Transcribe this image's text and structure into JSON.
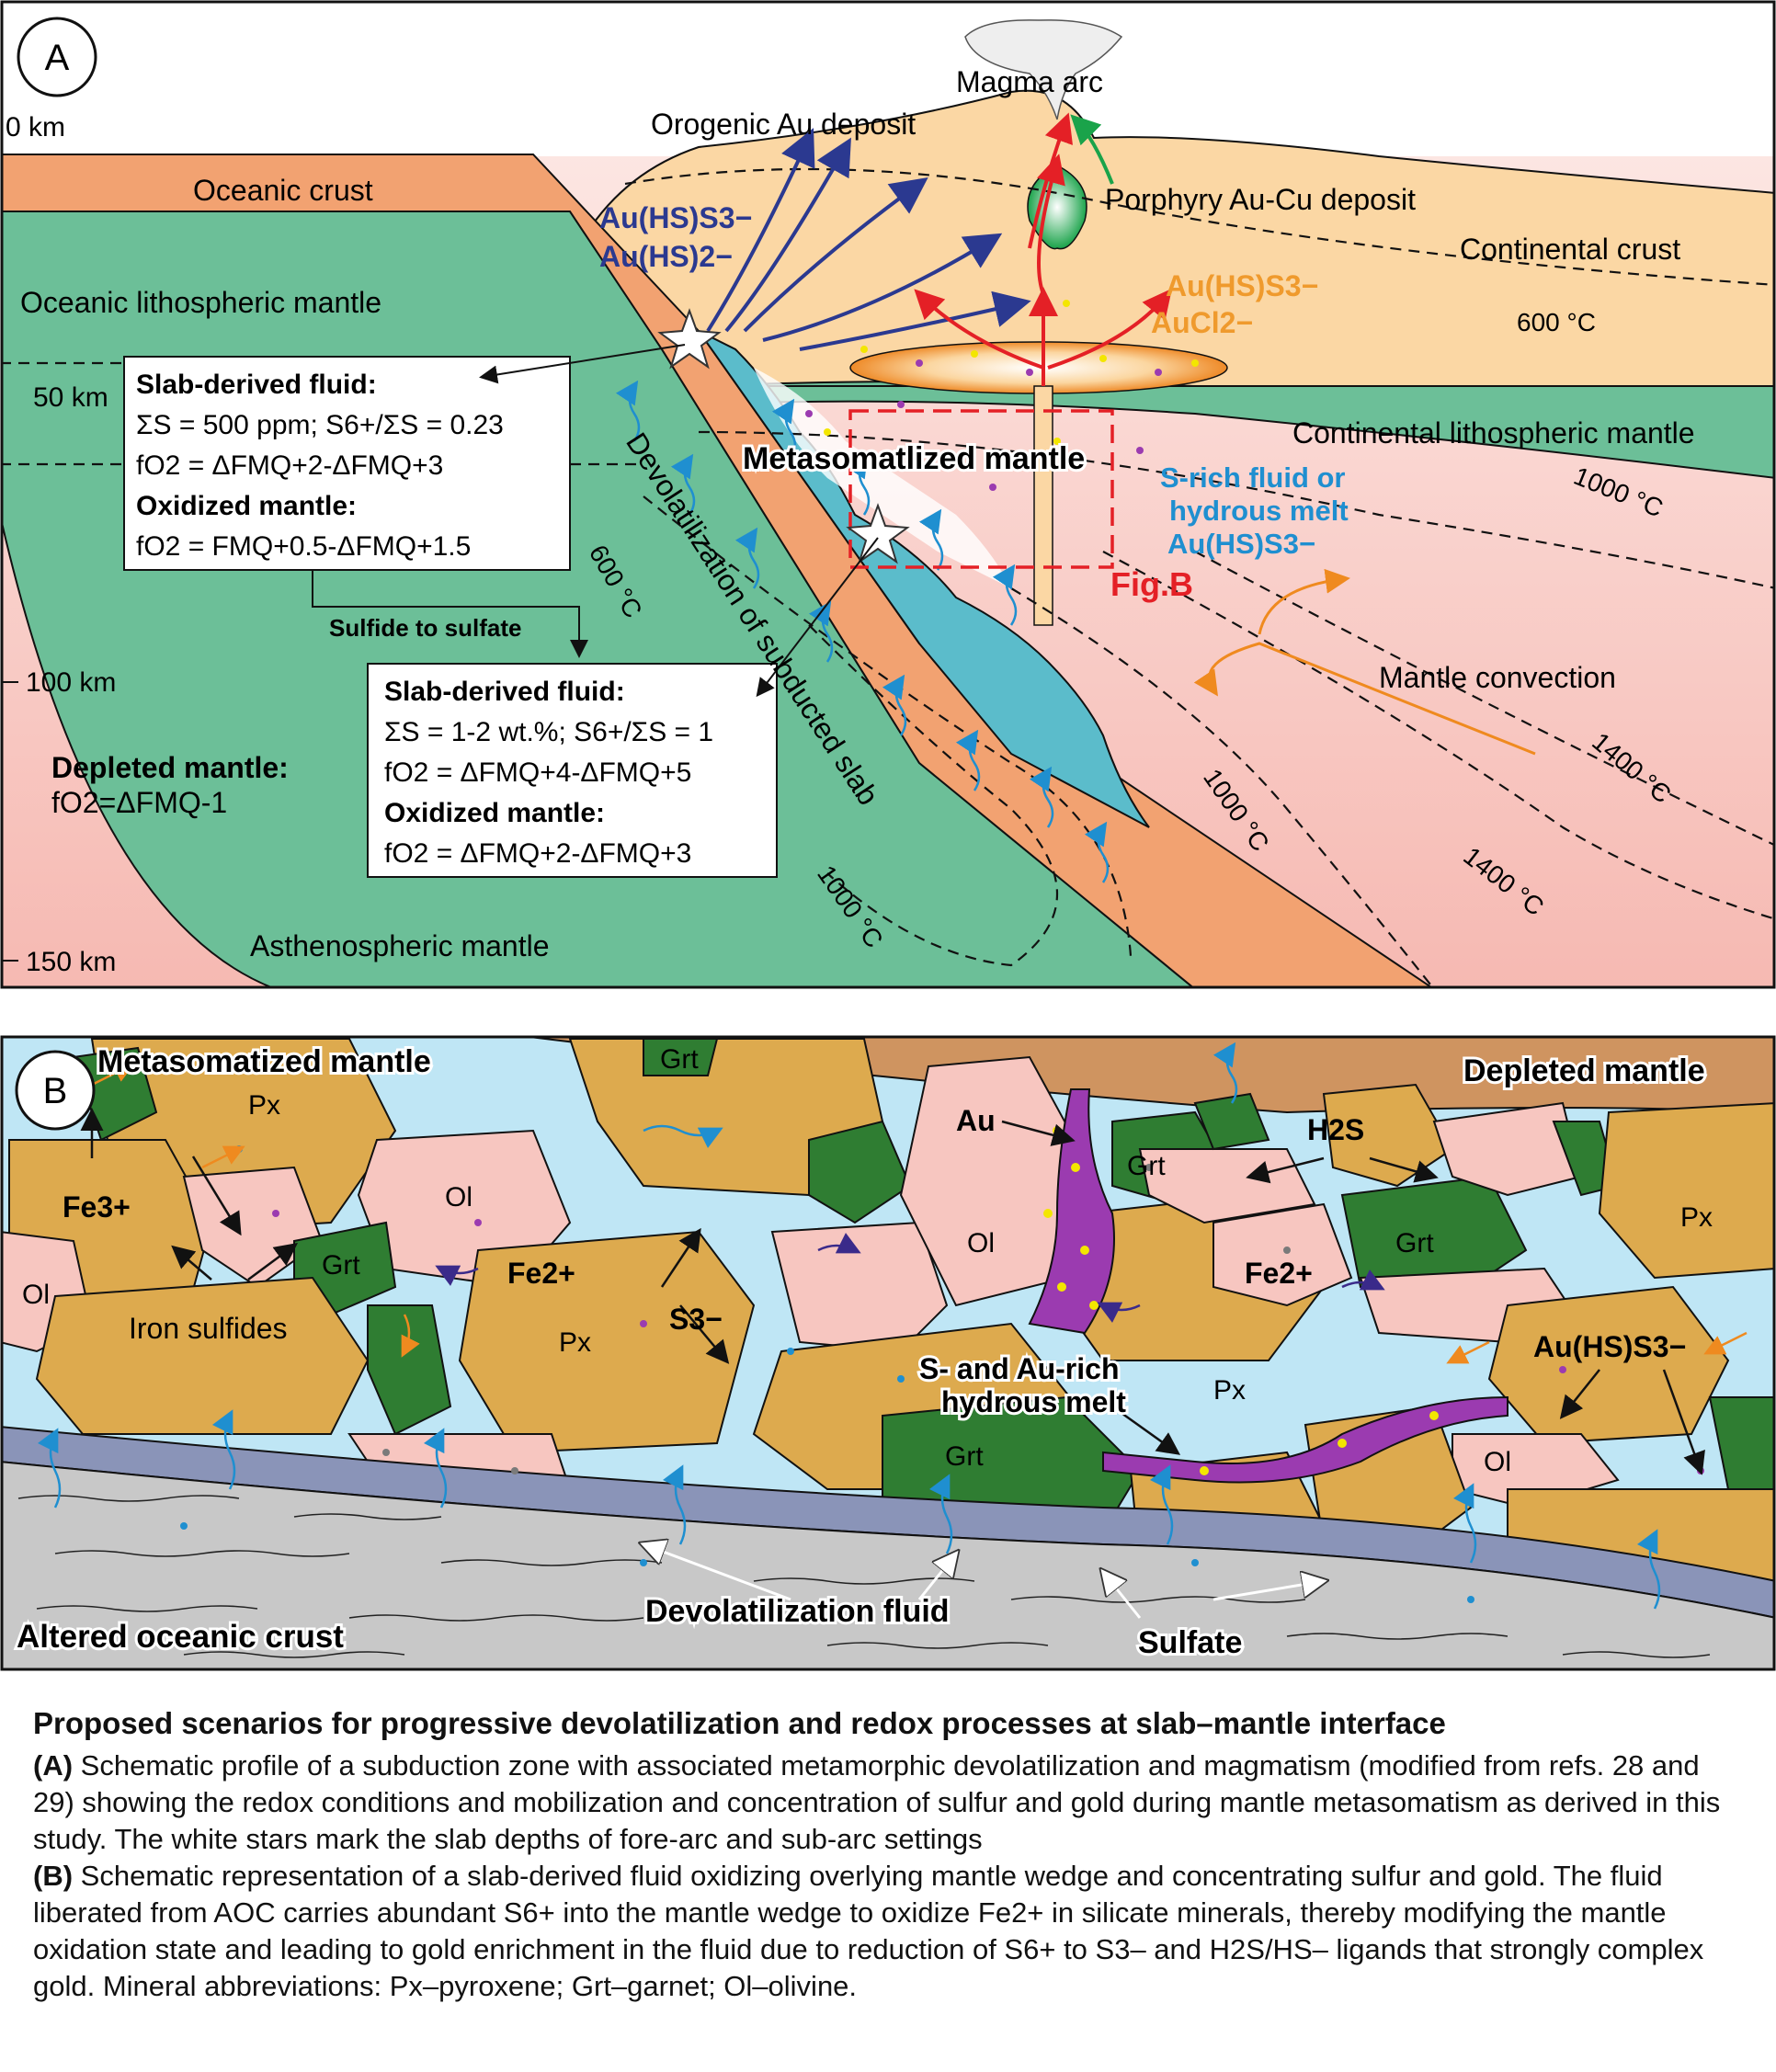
{
  "panel_a": {
    "label": "A",
    "depths": [
      "0 km",
      "50 km",
      "100 km",
      "150 km"
    ],
    "labels": {
      "magma_arc": "Magma arc",
      "orogenic": "Orogenic Au deposit",
      "oceanic_crust": "Oceanic crust",
      "oceanic_lm": "Oceanic lithospheric mantle",
      "porphyry": "Porphyry Au-Cu deposit",
      "continental_crust": "Continental crust",
      "continental_lm": "Continental lithospheric mantle",
      "metasomatized": "Metasomatlized mantle",
      "devolatilization": "Devolatilization of subducted slab",
      "srich_1": "S-rich fluid or",
      "srich_2": "hydrous melt",
      "figb": "Fig.B",
      "mantle_convection": "Mantle convection",
      "asthenospheric": "Asthenospheric mantle",
      "depleted_title": "Depleted mantle:",
      "depleted_fo2": "fO2=ΔFMQ-1",
      "sulfide_to_sulfate": "Sulfide to sulfate"
    },
    "ligands": {
      "blue_1": "Au(HS)S3−",
      "blue_2": "Au(HS)2−",
      "orange_1": "Au(HS)S3−",
      "orange_2": "AuCl2−",
      "cyan_1": "Au(HS)S3−"
    },
    "isotherms": {
      "t600_cc": "600 °C",
      "t1000_cl": "1000 °C",
      "t600_slab": "600 °C",
      "t1000_slab": "1000 °C",
      "t1000_wedge": "1000 °C",
      "t1400_a": "1400 °C",
      "t1400_b": "1400 °C"
    },
    "box1": {
      "title": "Slab-derived fluid:",
      "line1": "ΣS = 500 ppm; S6+/ΣS = 0.23",
      "line2": "fO2 = ΔFMQ+2-ΔFMQ+3",
      "title2": "Oxidized mantle:",
      "line3": "fO2 = FMQ+0.5-ΔFMQ+1.5"
    },
    "box2": {
      "title": "Slab-derived fluid:",
      "line1": "ΣS = 1-2 wt.%; S6+/ΣS = 1",
      "line2": "fO2 = ΔFMQ+4-ΔFMQ+5",
      "title2": "Oxidized mantle:",
      "line3": "fO2 = ΔFMQ+2-ΔFMQ+3"
    }
  },
  "panel_b": {
    "label": "B",
    "labels": {
      "metasomatized": "Metasomatized mantle",
      "depleted": "Depleted mantle",
      "altered": "Altered oceanic crust",
      "devol_fluid": "Devolatilization fluid",
      "sulfate": "Sulfate",
      "iron_sulfides": "Iron sulfides",
      "au": "Au",
      "h2s": "H2S",
      "fe3": "Fe3+",
      "fe2_a": "Fe2+",
      "fe2_b": "Fe2+",
      "s3": "S3−",
      "melt_1": "S- and Au-rich",
      "melt_2": "hydrous melt",
      "auhs": "Au(HS)S3−"
    },
    "minerals": {
      "px": "Px",
      "ol": "Ol",
      "grt": "Grt"
    }
  },
  "caption": {
    "title": "Proposed scenarios for progressive devolatilization and redox processes at slab–mantle interface",
    "a_tag": "(A)",
    "a_text": " Schematic profile of a subduction zone with associated metamorphic devolatilization and magmatism (modified from refs. 28 and 29) showing the redox conditions and mobilization and concentration of sulfur and gold during mantle metasomatism as derived in this study. The white stars mark the slab depths of fore-arc and sub-arc settings",
    "b_tag": "(B)",
    "b_text": " Schematic representation of a slab-derived fluid oxidizing overlying mantle wedge and concentrating sulfur and gold. The fluid liberated from AOC carries abundant S6+ into the mantle wedge to oxidize Fe2+ in silicate minerals, thereby modifying the mantle oxidation state and leading to gold enrichment in the fluid due to reduction of S6+ to S3– and H2S/HS– ligands that strongly complex gold. Mineral abbreviations: Px–pyroxene; Grt–garnet; Ol–olivine."
  },
  "colors": {
    "oceanic_crust": "#f2a271",
    "lithospheric_mantle": "#6cbf98",
    "continental_crust": "#fbd7a4",
    "asthenosphere": "#f9cfca",
    "wedge_fluid": "#5bbccb",
    "pyroxene": "#ddaa4e",
    "olivine": "#f7c6c0",
    "garnet": "#2f7d32",
    "fluid": "#bfe6f5",
    "melt": "#9b3bb0",
    "au_text_blue": "#2b3990",
    "au_text_orange": "#ef9a2d",
    "accent_red": "#e42026"
  }
}
